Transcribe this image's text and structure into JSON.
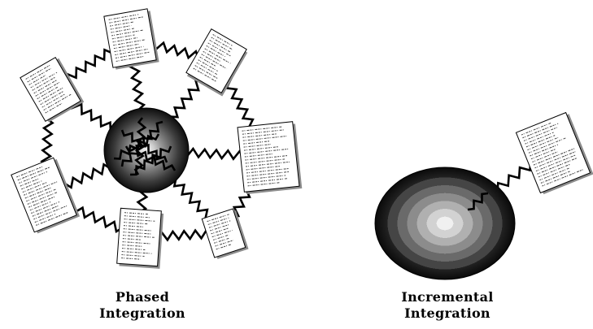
{
  "diagrams": {
    "phased": {
      "caption_line1": "Phased",
      "caption_line2": "Integration"
    },
    "incremental": {
      "caption_line1": "Incremental",
      "caption_line2": "Integration"
    }
  },
  "colors": {
    "line": "#000000",
    "paper": "#ffffff",
    "paper_shadow": "#8c8c8c",
    "sphere_dark": "#0c0c0c",
    "sphere_light": "#f2f2f2"
  }
}
